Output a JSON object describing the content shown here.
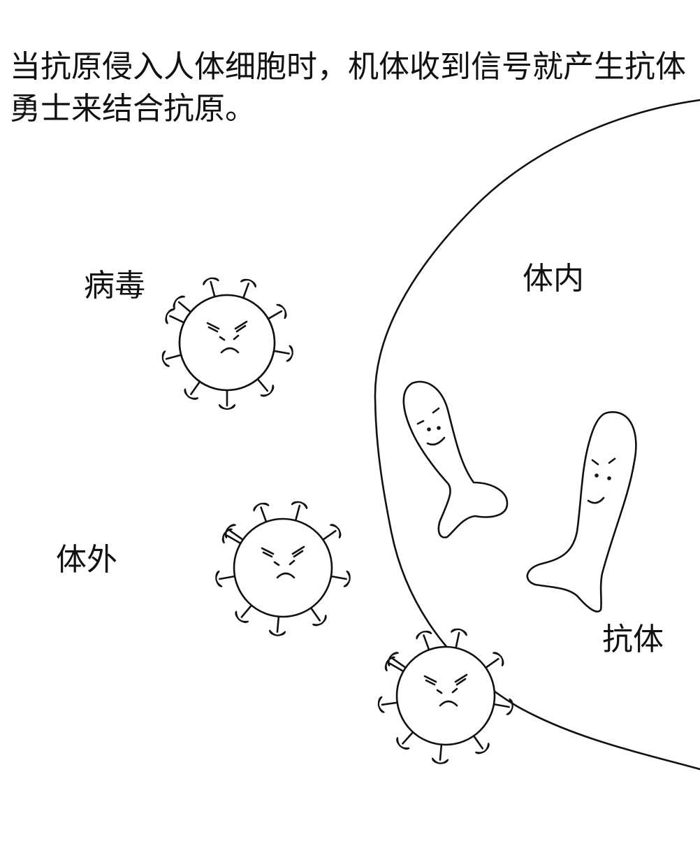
{
  "caption": "当抗原侵入人体细胞时，机体收到信号就产生抗体勇士来结合抗原。",
  "labels": {
    "virus": "病毒",
    "inside_body": "体内",
    "outside_body": "体外",
    "antibody": "抗体"
  },
  "elements": {
    "viruses": [
      {
        "name": "virus-top",
        "expression": "angry"
      },
      {
        "name": "virus-middle",
        "expression": "angry"
      },
      {
        "name": "virus-bottom",
        "expression": "angry"
      }
    ],
    "antibodies": [
      {
        "name": "antibody-left",
        "expression": "smiling"
      },
      {
        "name": "antibody-right",
        "expression": "smiling"
      }
    ],
    "body_boundary": "curved-line"
  }
}
